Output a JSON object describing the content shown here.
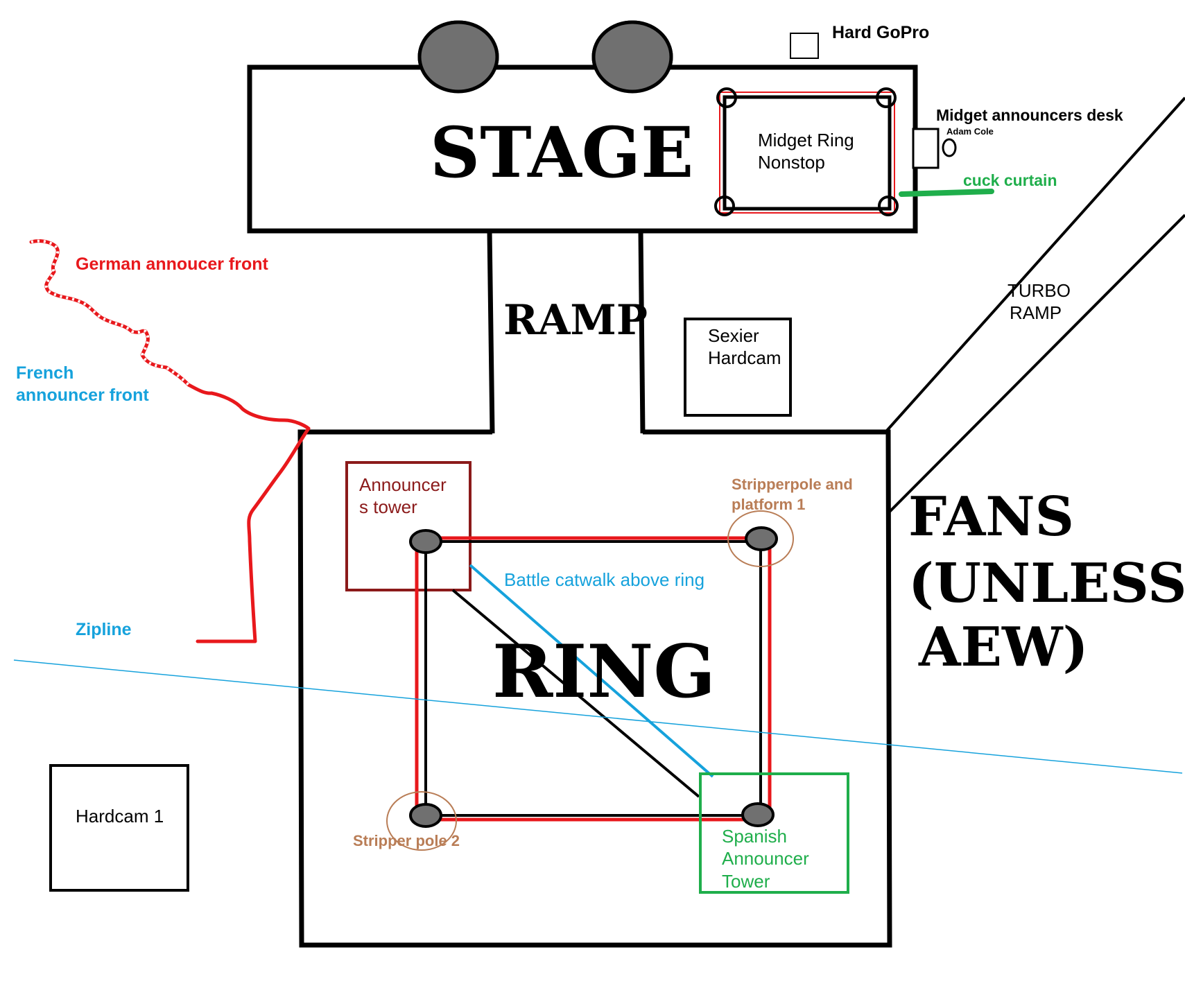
{
  "labels": {
    "stage": "STAGE",
    "ramp": "RAMP",
    "ring": "RING",
    "fans_line1": "FANS",
    "fans_line2": "(UNLESS",
    "fans_line3": "AEW)",
    "hard_gopro": "Hard GoPro",
    "midget_ring_line1": "Midget Ring",
    "midget_ring_line2": "Nonstop",
    "midget_desk": "Midget announcers desk",
    "adam_cole": "Adam Cole",
    "cuck_curtain": "cuck curtain",
    "turbo_line1": "TURBO",
    "turbo_line2": "RAMP",
    "sexier_line1": "Sexier",
    "sexier_line2": "Hardcam",
    "german": "German annoucer front",
    "french_line1": "French",
    "french_line2": "announcer front",
    "zipline": "Zipline",
    "announcer_tower_line1": "Announcer",
    "announcer_tower_line2": "s tower",
    "stripper1_line1": "Stripperpole and",
    "stripper1_line2": "platform 1",
    "catwalk": "Battle catwalk above ring",
    "stripper2": "Stripper pole 2",
    "spanish_line1": "Spanish",
    "spanish_line2": "Announcer",
    "spanish_line3": "Tower",
    "hardcam1": "Hardcam 1"
  },
  "colors": {
    "black": "#000000",
    "red": "#e8181c",
    "dark_red": "#8b1a1a",
    "green": "#1fae4b",
    "blue": "#16a2dc",
    "tan": "#b97d56",
    "gray": "#707070"
  }
}
